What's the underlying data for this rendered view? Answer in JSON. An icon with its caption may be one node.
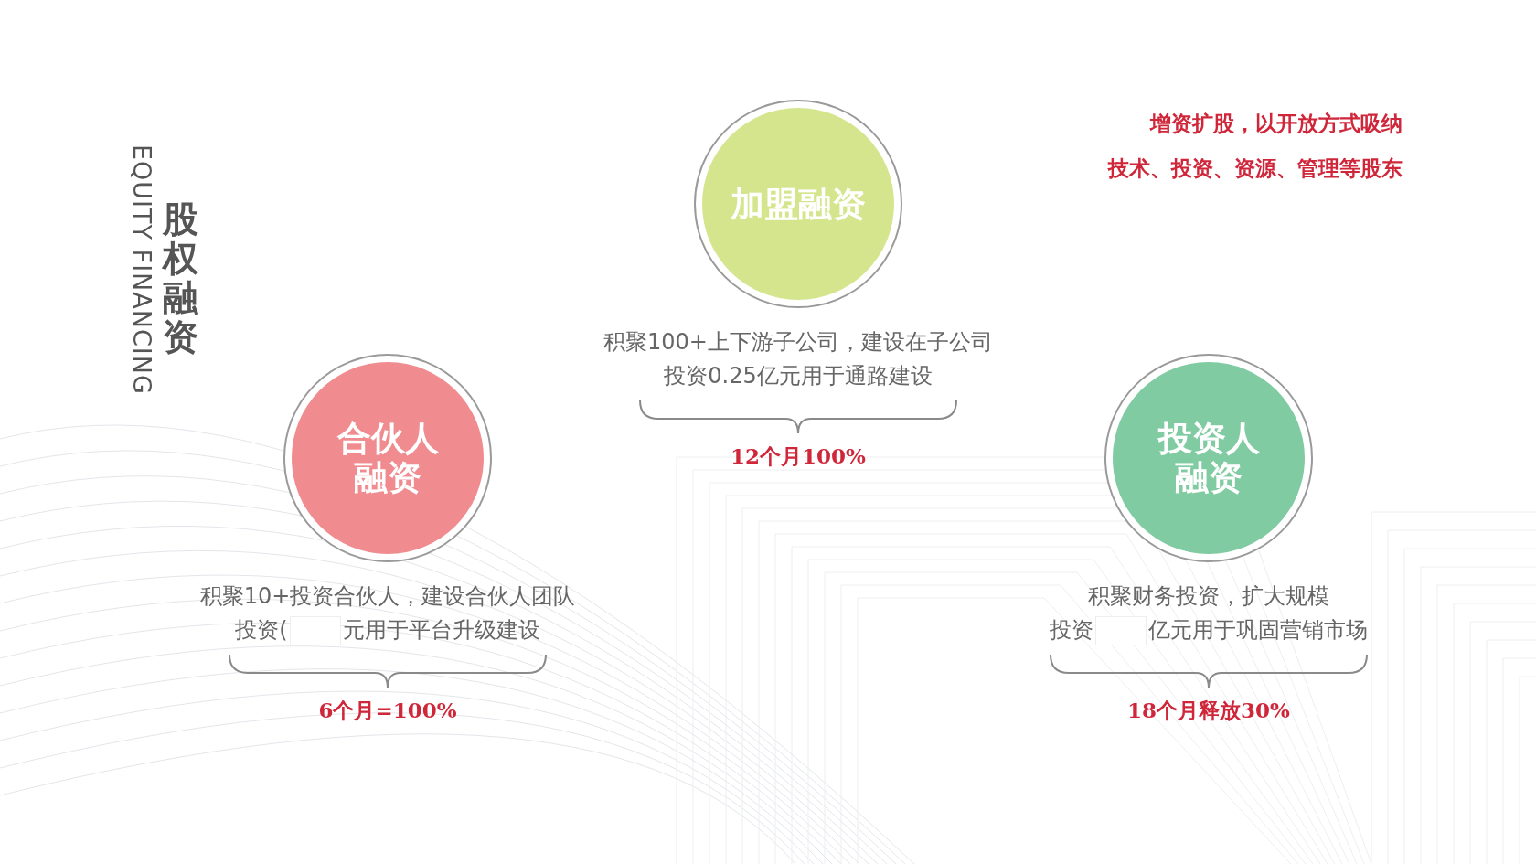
{
  "diagram": {
    "title": "股权融资",
    "nodes": [
      {
        "text": [
          "加盟融资"
        ],
        "beside": [
          "积聚100+上下游子公司，建设在子公司",
          "投资0.25亿元用于通路建设",
          "12个月100%"
        ]
      },
      {
        "text": [
          "合伙人融资"
        ],
        "beside": [
          "积聚10+投资合伙人，建设合伙人团队",
          "投资(",
          "元用于平台升级建设",
          "6个月=100%"
        ]
      },
      {
        "text": [
          "投资人融资"
        ],
        "beside": [
          "积聚财务投资，扩大规模",
          "投资",
          "亿元用于巩固营销市场",
          "18个月释放30%"
        ]
      }
    ],
    "edges": [],
    "labels": [
      "EQUITY FINANCING",
      "增资扩股，以开放方式吸纳",
      "技术、投资、资源、管理等股东"
    ]
  }
}
